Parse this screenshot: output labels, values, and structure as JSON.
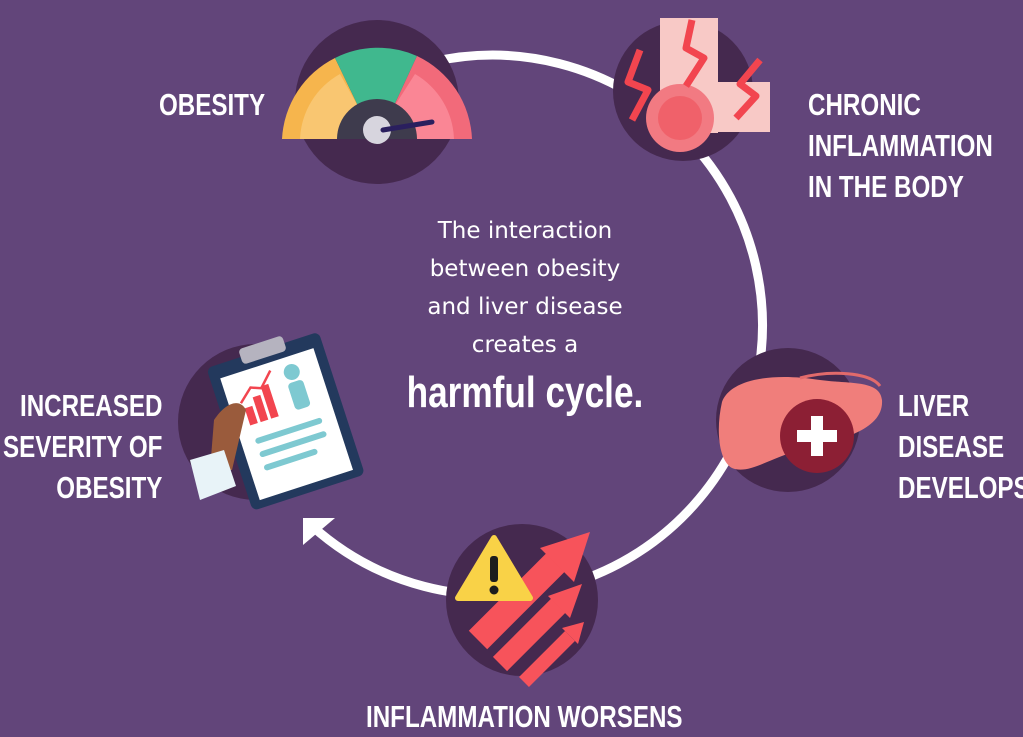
{
  "center": {
    "lines": [
      "The interaction",
      "between obesity",
      "and liver disease",
      "creates a"
    ],
    "emphasis": "harmful cycle."
  },
  "steps": [
    {
      "lines": [
        "OBESITY"
      ],
      "icon": "gauge-meter-icon"
    },
    {
      "lines": [
        "CHRONIC",
        "INFLAMMATION",
        "IN THE BODY"
      ],
      "icon": "inflamed-joint-icon"
    },
    {
      "lines": [
        "LIVER",
        "DISEASE",
        "DEVELOPS"
      ],
      "icon": "liver-with-cross-icon"
    },
    {
      "lines": [
        "INFLAMMATION WORSENS"
      ],
      "icon": "warning-rising-arrows-icon"
    },
    {
      "lines": [
        "INCREASED",
        "SEVERITY OF",
        "OBESITY"
      ],
      "icon": "clipboard-report-icon"
    }
  ],
  "colors": {
    "background": "#62457a",
    "icon_disc": "#45294f",
    "cycle_arrow": "#ffffff",
    "label_text": "#ffffff",
    "accent_red": "#f2454f"
  }
}
